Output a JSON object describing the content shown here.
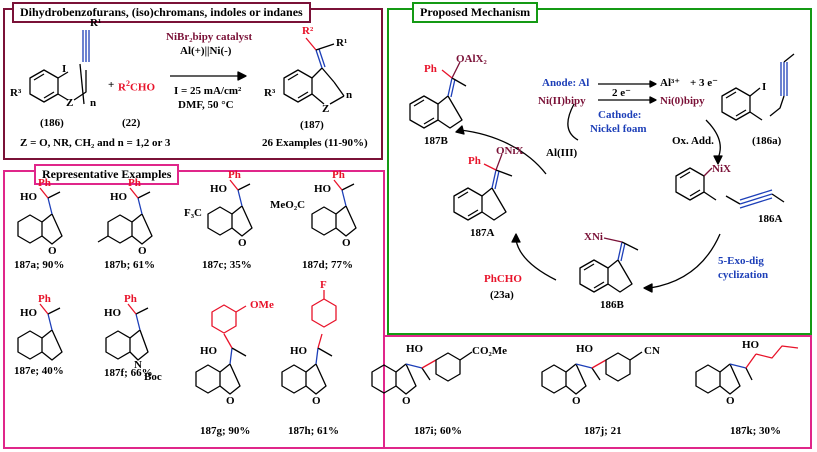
{
  "panels": {
    "synthesis": {
      "title": "Dihydrobenzofurans, (iso)chromans, indoles or indanes"
    },
    "mechanism": {
      "title": "Proposed Mechanism"
    },
    "examples": {
      "title": "Representative Examples"
    }
  },
  "synthesis": {
    "r1": "R¹",
    "r3": "R³",
    "iodo": "I",
    "z": "Z",
    "n": "n",
    "plus": "+",
    "aldehyde_prefix": "R",
    "aldehyde_sup": "2",
    "aldehyde_suffix": "CHO",
    "sm_label": "(186)",
    "ald_label": "(22)",
    "catalyst": "NiBr₂bipy catalyst",
    "electrodes": "Al(+)||Ni(-)",
    "current": "I = 25 mA/cm²",
    "solvent": "DMF, 50 °C",
    "conditions_z": "Z = O, NR, CH₂   and n = 1,2 or 3",
    "prod_r2": "R²",
    "prod_r1": "R¹",
    "prod_r3": "R³",
    "prod_z": "Z",
    "prod_n": "n",
    "product_label": "(187)",
    "examples_count": "26 Examples (11-90%)"
  },
  "mechanism": {
    "oalx2": "OAlX₂",
    "ph_187b": "Ph",
    "label_187b": "187B",
    "anode": "Anode: Al",
    "al3": "Al³⁺",
    "plus_3e": "+  3 e⁻",
    "two_e": "2 e⁻",
    "ni2": "Ni(II)bipy",
    "ni0": "Ni(0)bipy",
    "cathode": "Cathode:",
    "cathode_material": "Nickel foam",
    "al3_bottom": "Al(III)",
    "iodo": "I",
    "label_186a": "(186a)",
    "ox_add": "Ox. Add.",
    "onix": "ONiX",
    "ph_187a": "Ph",
    "label_187a": "187A",
    "nix": "NiX",
    "label_186A": "186A",
    "xni": "XNi",
    "label_186B": "186B",
    "phcho": "PhCHO",
    "label_23a": "(23a)",
    "cyclization_1": "5-Exo-dig",
    "cyclization_2": "cyclization"
  },
  "examples": [
    {
      "id": "187a",
      "label": "187a; 90%"
    },
    {
      "id": "187b",
      "label": "187b; 61%"
    },
    {
      "id": "187c",
      "label": "187c; 35%"
    },
    {
      "id": "187d",
      "label": "187d; 77%"
    },
    {
      "id": "187e",
      "label": "187e; 40%"
    },
    {
      "id": "187f",
      "label": "187f; 66%"
    },
    {
      "id": "187g",
      "label": "187g; 90%"
    },
    {
      "id": "187h",
      "label": "187h; 61%"
    },
    {
      "id": "187i",
      "label": "187i; 60%"
    },
    {
      "id": "187j",
      "label": "187j; 21"
    },
    {
      "id": "187k",
      "label": "187k; 30%"
    }
  ],
  "example_texts": {
    "ph": "Ph",
    "ho": "HO",
    "o": "O",
    "f3c": "F₃C",
    "meo2c": "MeO₂C",
    "n": "N",
    "boc": "Boc",
    "ome": "OMe",
    "f": "F",
    "co2me": "CO₂Me",
    "cn": "CN"
  },
  "colors": {
    "maroon": "#7a1137",
    "green": "#149a14",
    "pink": "#e0268a",
    "red": "#e8132a",
    "blue": "#1d3fb8"
  }
}
